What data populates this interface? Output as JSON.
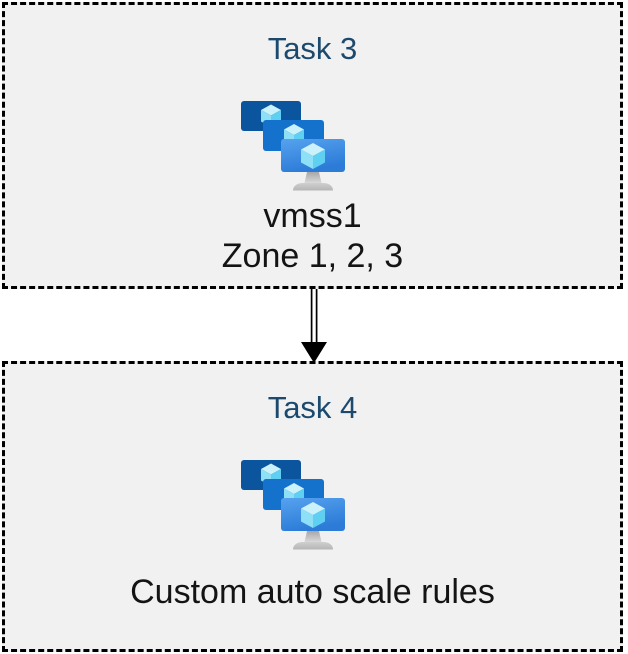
{
  "diagram": {
    "boxes": [
      {
        "id": "task3",
        "title": "Task 3",
        "icon": "vm-scale-sets-icon",
        "lines": [
          "vmss1",
          "Zone 1, 2, 3"
        ]
      },
      {
        "id": "task4",
        "title": "Task 4",
        "icon": "vm-scale-sets-icon",
        "lines": [
          "Custom auto scale rules"
        ]
      }
    ],
    "connector": {
      "type": "double-line-arrow-down",
      "from": "task3",
      "to": "task4"
    },
    "colors": {
      "title_blue": "#1b4a6e",
      "box_fill": "#f1f1f1",
      "box_border": "#000000",
      "caption_text": "#141414",
      "monitor_back": "#0b549e",
      "monitor_middle": "#1472cd",
      "monitor_front_top": "#4e9bec",
      "monitor_front_bottom": "#2b7bd7",
      "cube_top": "#cbf1fb",
      "cube_left": "#8ee0f7",
      "cube_right": "#5fd0f1",
      "arrow": "#000000"
    }
  }
}
